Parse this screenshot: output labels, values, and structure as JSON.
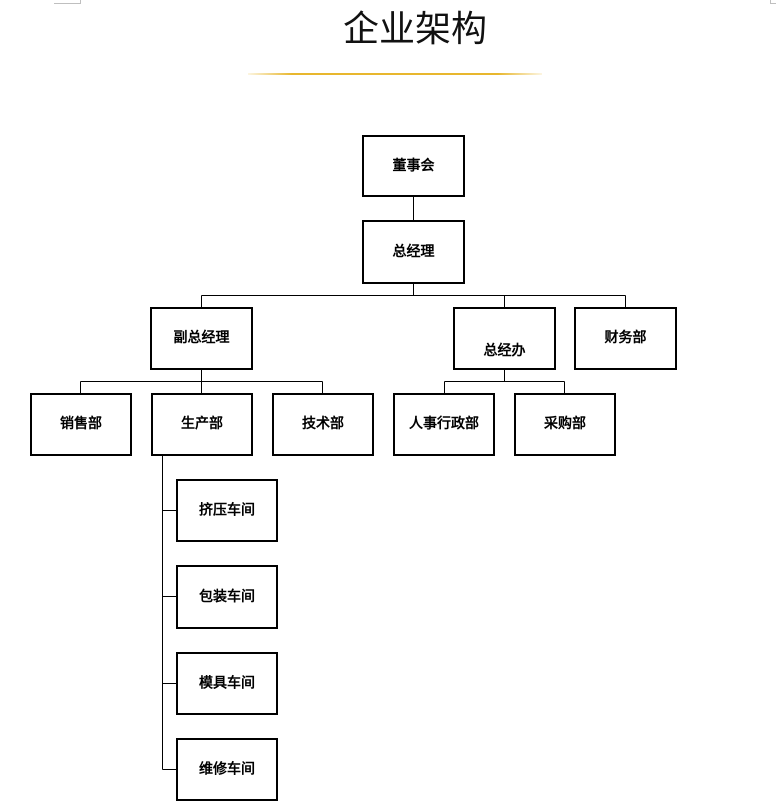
{
  "title": "企业架构",
  "colors": {
    "title_rule": "#e8b72e",
    "node_border": "#000000",
    "node_fill": "#ffffff"
  },
  "org": {
    "board": "董事会",
    "general_manager": "总经理",
    "deputy_gm": "副总经理",
    "gm_office": "总经办",
    "finance": "财务部",
    "sales": "销售部",
    "production": "生产部",
    "technology": "技术部",
    "hr_admin": "人事行政部",
    "purchasing": "采购部",
    "workshops": [
      "挤压车间",
      "包装车间",
      "模具车间",
      "维修车间"
    ]
  }
}
